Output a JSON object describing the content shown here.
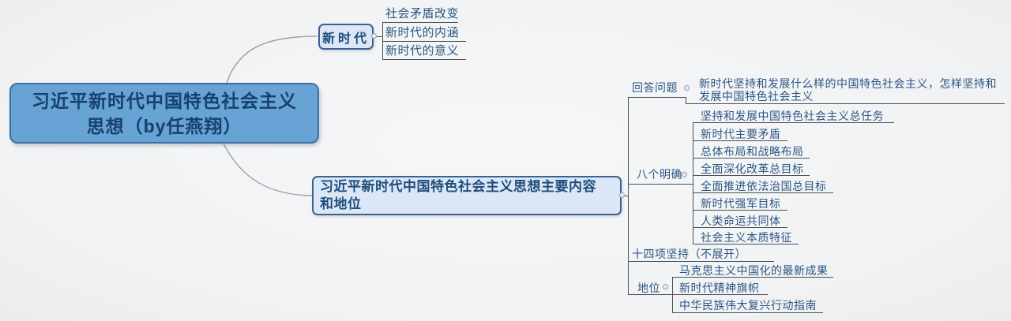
{
  "colors": {
    "background": "#f2f3f4",
    "root_fill": "#68a3d6",
    "root_border": "#3f6fa0",
    "root_text": "#16406e",
    "branch_fill": "#dbe7f6",
    "branch_border": "#3a6290",
    "leaf_text": "#2a5685",
    "line": "#4b5258",
    "curve": "#949aa0"
  },
  "root": {
    "line1": "习近平新时代中国特色社会主义",
    "line2_pre": "思想（",
    "line2_by": "by",
    "line2_post": "任燕翔）"
  },
  "branch_top": {
    "label": "新时代",
    "children": [
      {
        "label": "社会矛盾改变"
      },
      {
        "label": "新时代的内涵"
      },
      {
        "label": "新时代的意义"
      }
    ]
  },
  "branch_main": {
    "label_lines": [
      "习近平新时代中国特色社会主义思想主要内容",
      "和地位"
    ],
    "sections": [
      {
        "label": "回答问题",
        "children": [
          {
            "label": "新时代坚持和发展什么样的中国特色社会主义，怎样坚持和发展中国特色社会主义"
          }
        ]
      },
      {
        "label": "八个明确",
        "children": [
          {
            "label": "坚持和发展中国特色社会主义总任务"
          },
          {
            "label": "新时代主要矛盾"
          },
          {
            "label": "总体布局和战略布局"
          },
          {
            "label": "全面深化改革总目标"
          },
          {
            "label": "全面推进依法治国总目标"
          },
          {
            "label": "新时代强军目标"
          },
          {
            "label": "人类命运共同体"
          },
          {
            "label": "社会主义本质特征"
          }
        ]
      },
      {
        "label": "十四项坚持（不展开）",
        "children": []
      },
      {
        "label": "地位",
        "children": [
          {
            "label": "马克思主义中国化的最新成果"
          },
          {
            "label": "新时代精神旗帜"
          },
          {
            "label": "中华民族伟大复兴行动指南"
          }
        ]
      }
    ]
  }
}
